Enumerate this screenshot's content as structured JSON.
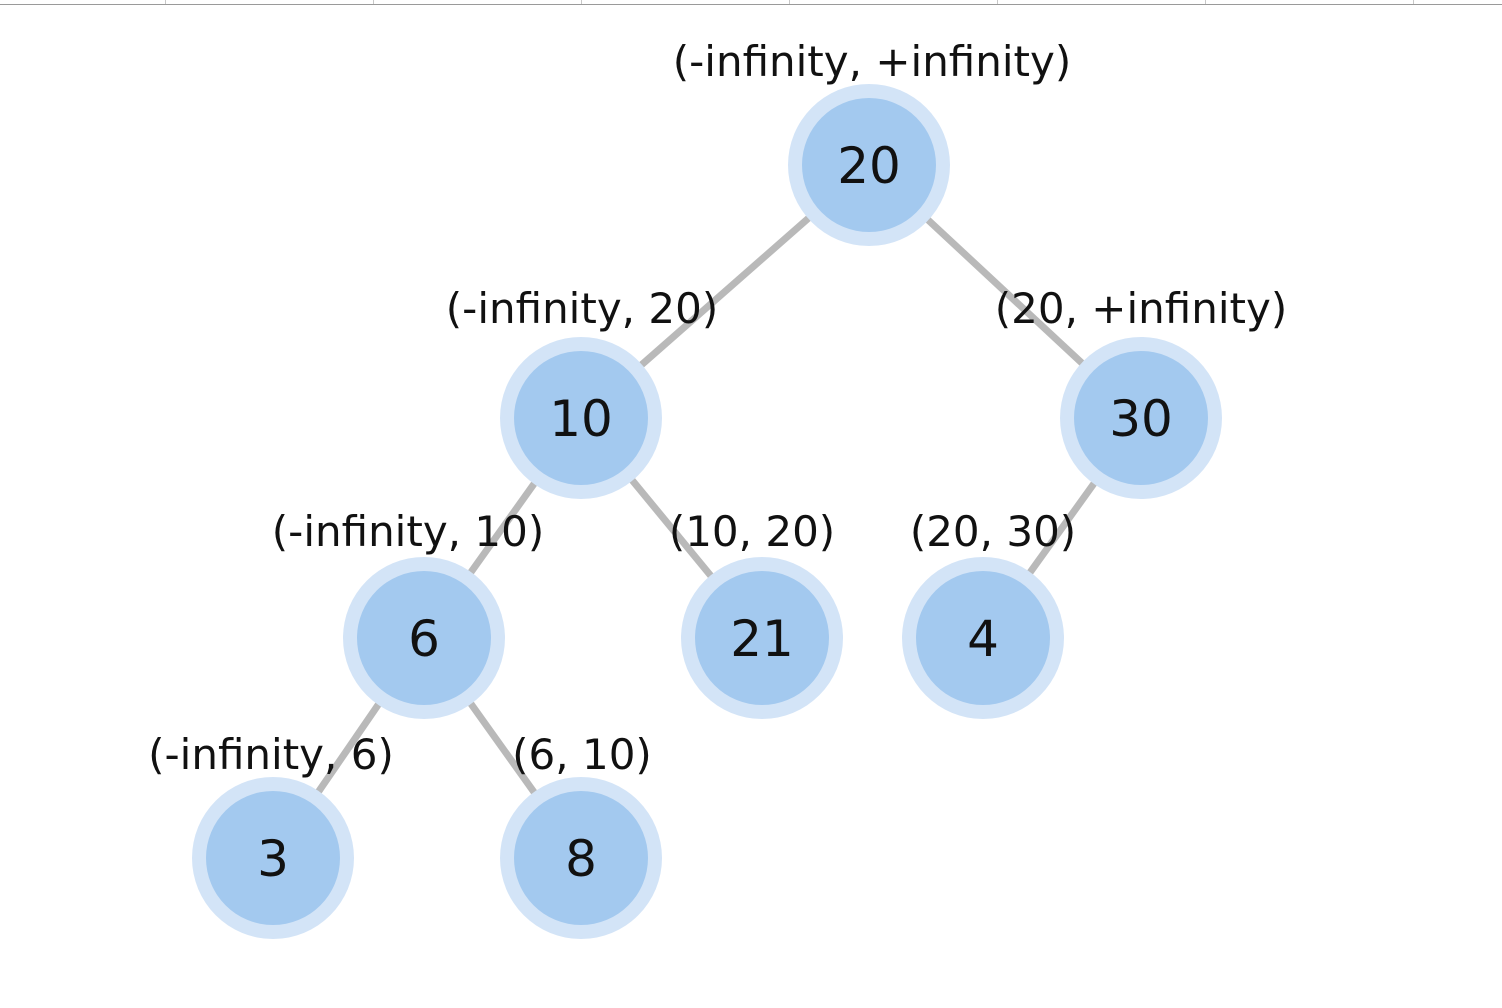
{
  "diagram": {
    "root": "n20",
    "nodes": [
      {
        "id": "n20",
        "value": "20",
        "range": "(-infinity, +infinity)"
      },
      {
        "id": "n10",
        "value": "10",
        "range": "(-infinity, 20)"
      },
      {
        "id": "n30",
        "value": "30",
        "range": "(20, +infinity)"
      },
      {
        "id": "n6",
        "value": "6",
        "range": "(-infinity, 10)"
      },
      {
        "id": "n21",
        "value": "21",
        "range": "(10, 20)"
      },
      {
        "id": "n4",
        "value": "4",
        "range": "(20, 30)"
      },
      {
        "id": "n3",
        "value": "3",
        "range": "(-infinity, 6)"
      },
      {
        "id": "n8",
        "value": "8",
        "range": "(6, 10)"
      }
    ],
    "edges": [
      {
        "from": "n20",
        "to": "n10"
      },
      {
        "from": "n20",
        "to": "n30"
      },
      {
        "from": "n10",
        "to": "n6"
      },
      {
        "from": "n10",
        "to": "n21"
      },
      {
        "from": "n30",
        "to": "n4"
      },
      {
        "from": "n6",
        "to": "n3"
      },
      {
        "from": "n6",
        "to": "n8"
      }
    ],
    "colors": {
      "edge": "#b9b9b9",
      "node_outer": "#d3e4f7",
      "node_inner": "#a3c9ef",
      "text": "#111111"
    }
  }
}
